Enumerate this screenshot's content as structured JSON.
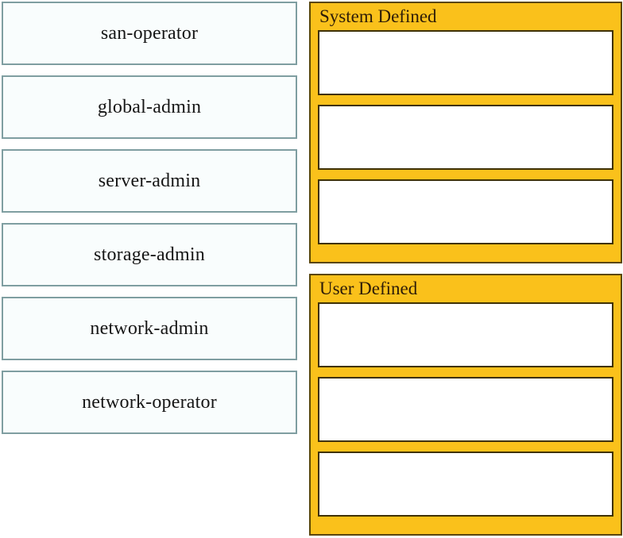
{
  "left_column": {
    "items": [
      {
        "label": "san-operator"
      },
      {
        "label": "global-admin"
      },
      {
        "label": "server-admin"
      },
      {
        "label": "storage-admin"
      },
      {
        "label": "network-admin"
      },
      {
        "label": "network-operator"
      }
    ]
  },
  "right_column": {
    "panels": [
      {
        "title": "System Defined",
        "empty_slot_count": 3
      },
      {
        "title": "User Defined",
        "empty_slot_count": 3
      }
    ]
  },
  "palette": {
    "panel_background": "#FAC11B",
    "panel_border": "#5A4606",
    "slot_border": "#3F3104",
    "slot_background": "#FFFFFF",
    "role_box_border": "#7F9EA1",
    "role_box_background": "#F9FDFD",
    "role_text_color": "#161616",
    "panel_title_color": "#2D1C08"
  }
}
